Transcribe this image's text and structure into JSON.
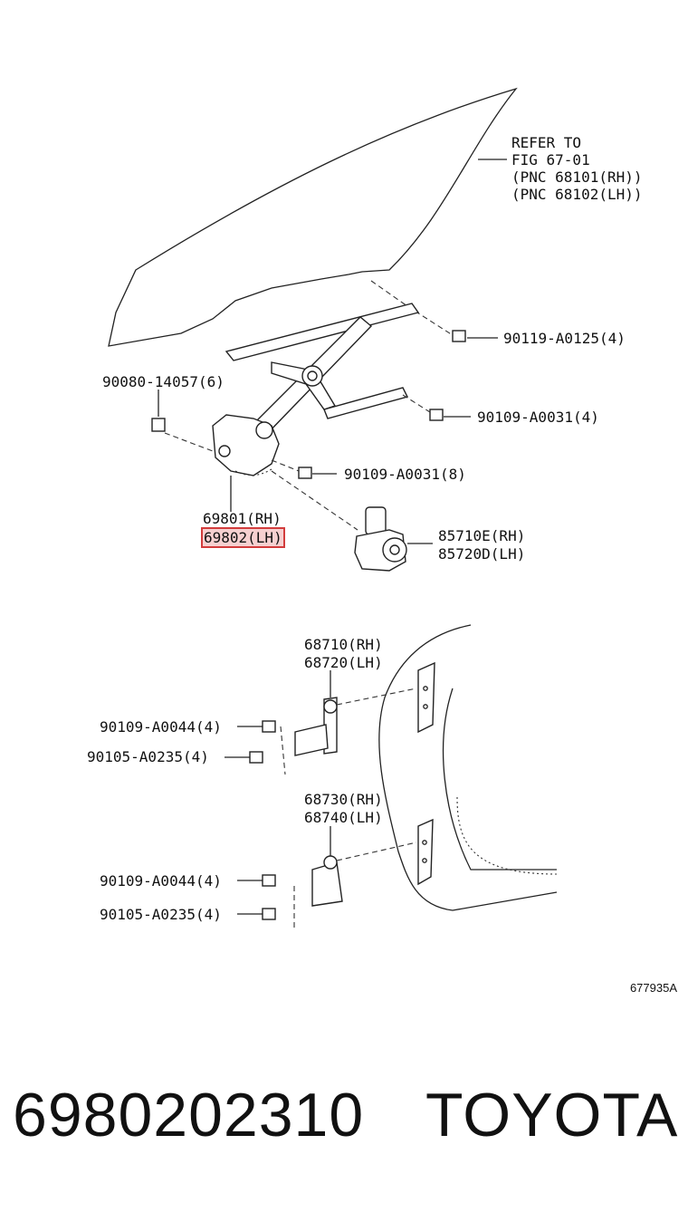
{
  "refer": {
    "line1": "REFER TO",
    "line2": "FIG 67-01",
    "line3": "(PNC 68101(RH))",
    "line4": "(PNC 68102(LH))"
  },
  "labels": {
    "bolt_90119": "90119-A0125(4)",
    "bolt_90080": "90080-14057(6)",
    "bolt_90109_a": "90109-A0031(4)",
    "bolt_90109_b": "90109-A0031(8)",
    "regulator_rh": "69801(RH)",
    "regulator_lh": "69802(LH)",
    "motor_rh": "85710E(RH)",
    "motor_lh": "85720D(LH)",
    "hinge_upper_rh": "68710(RH)",
    "hinge_upper_lh": "68720(LH)",
    "hinge_lower_rh": "68730(RH)",
    "hinge_lower_lh": "68740(LH)",
    "upper_bolt_1": "90109-A0044(4)",
    "upper_bolt_2": "90105-A0235(4)",
    "lower_bolt_1": "90109-A0044(4)",
    "lower_bolt_2": "90105-A0235(4)"
  },
  "diagram_code": "677935A",
  "highlight_color": "#d23c3c",
  "footer": {
    "part_number": "6980202310",
    "brand": "TOYOTA"
  }
}
